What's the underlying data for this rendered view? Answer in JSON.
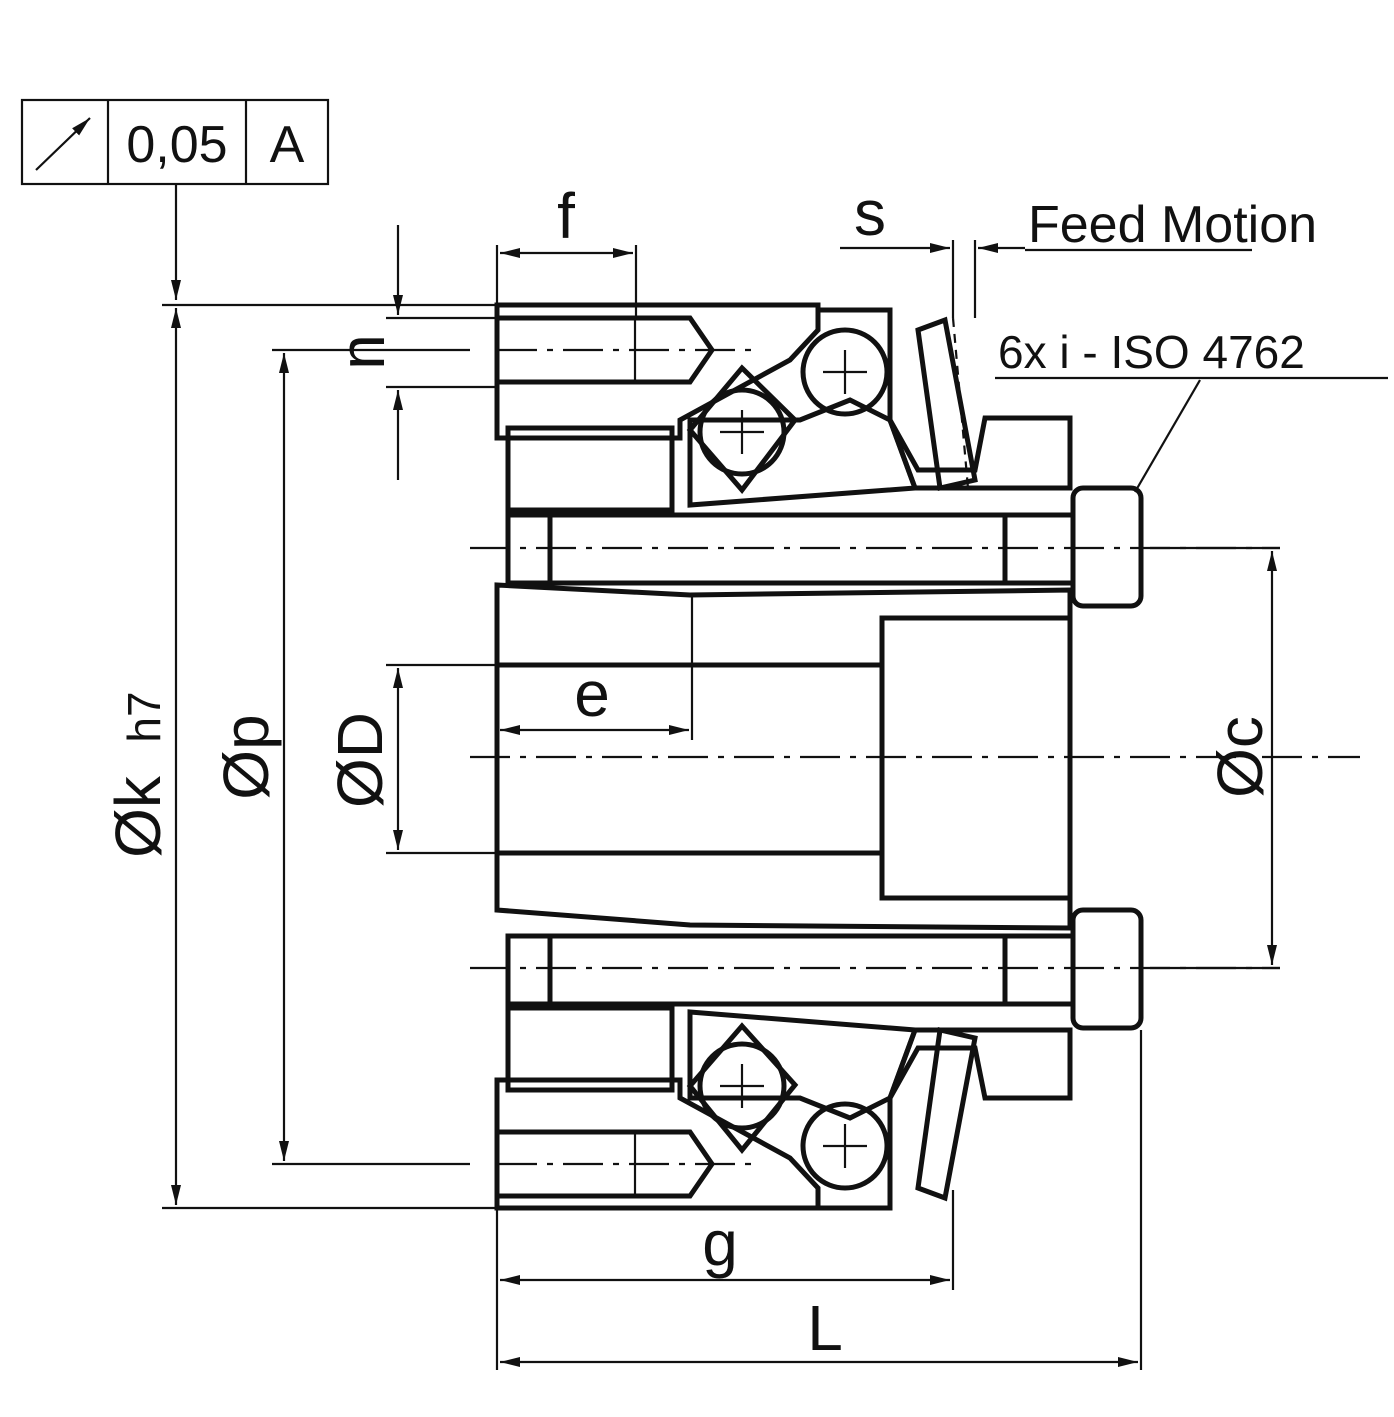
{
  "tolerance_frame": {
    "value": "0,05",
    "datum": "A"
  },
  "labels": {
    "f": "f",
    "s": "s",
    "n": "n",
    "e": "e",
    "g": "g",
    "L": "L",
    "k": "Øk",
    "k_tol": "h7",
    "p": "Øp",
    "D": "ØD",
    "c": "Øc",
    "feed": "Feed Motion",
    "screws": "6x i - ISO 4762"
  }
}
